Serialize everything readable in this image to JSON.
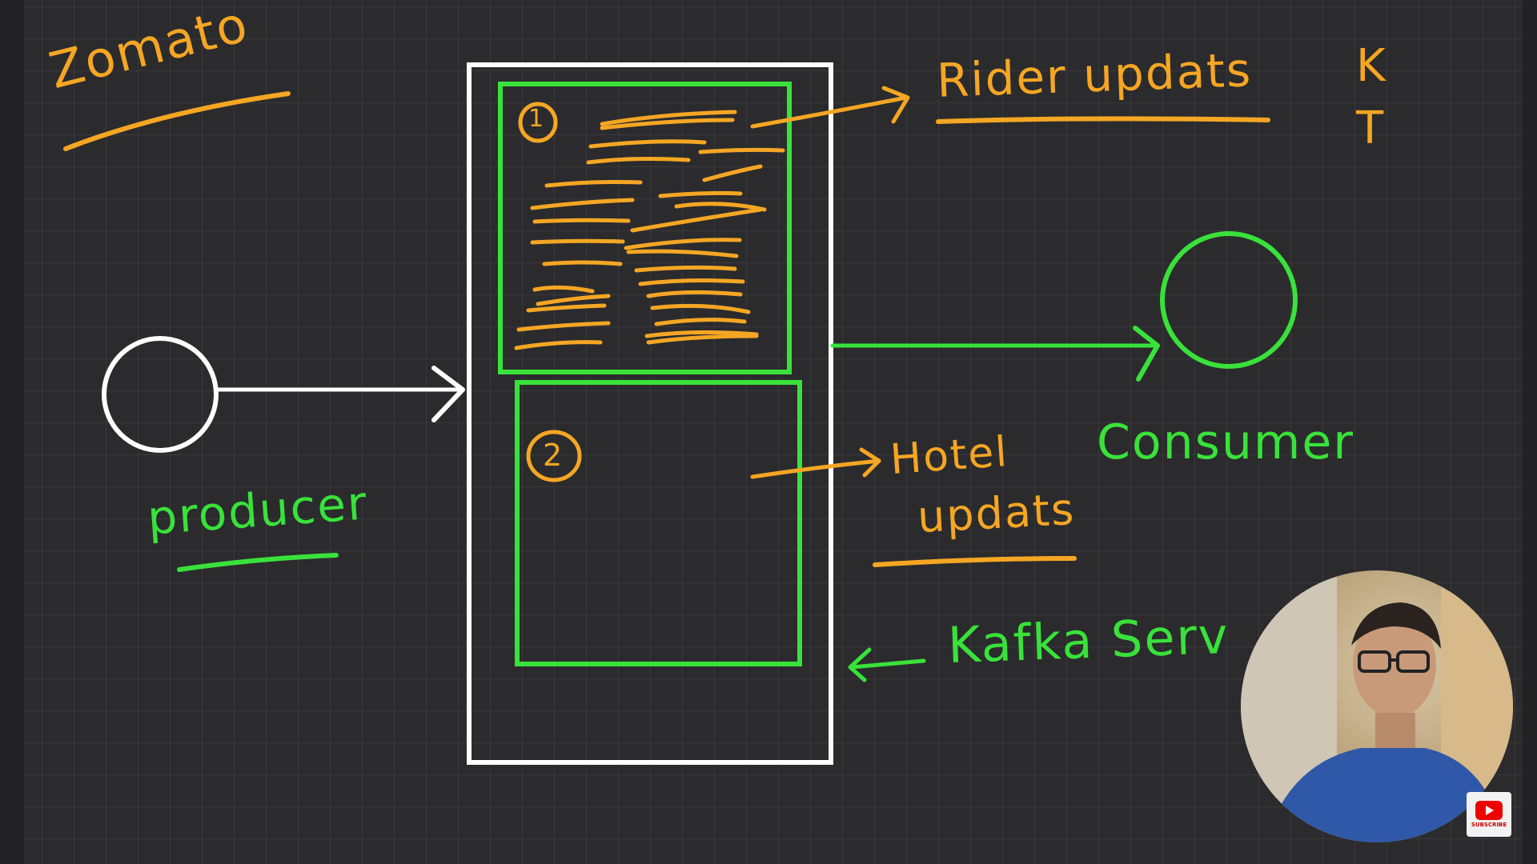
{
  "labels": {
    "company": "Zomato",
    "producer": "producer",
    "consumer": "Consumer",
    "partition_1_number": "1",
    "partition_2_number": "2",
    "rider_updates": "Rider updats",
    "hotel_updates_line1": "Hotel",
    "hotel_updates_line2": "updats",
    "kafka_server": "Kafka Serv",
    "k_letter": "K",
    "t_letter": "T"
  },
  "badge": {
    "text": "SUBSCRIBE"
  },
  "colors": {
    "background": "#2b2b2d",
    "grid": "#3a3a3d",
    "white_ink": "#ffffff",
    "green_ink": "#39e23a",
    "orange_ink": "#f5a623"
  }
}
